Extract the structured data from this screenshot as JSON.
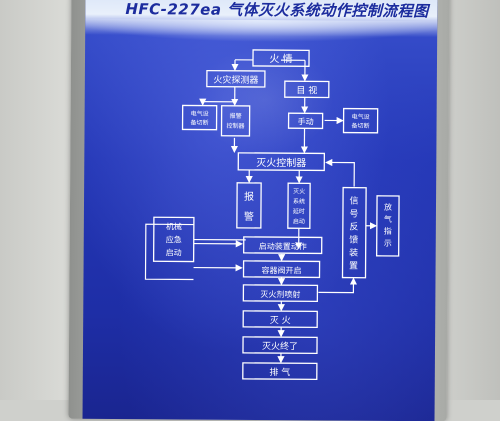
{
  "poster": {
    "title": "HFC-227ea 气体灭火系统动作控制流程图"
  },
  "flowchart": {
    "nodes": {
      "fire": "火  情",
      "detector": "火灾探测器",
      "visual": "目  视",
      "elec_cutoff_left": "电气设\n备切断",
      "alarm_control": "报警\n控制器",
      "manual": "手动",
      "elec_cutoff_right": "电气设\n备切断",
      "controller": "灭火控制器",
      "alarm": "报\n警",
      "release_delay": "灭火\n系统\n延时\n启动",
      "feedback": "信\n号\n反\n馈\n装\n置",
      "discharge_indicator": "放\n气\n指\n示",
      "mechanical": "机械\n应急\n启动",
      "actuator": "启动装置动作",
      "valve_open": "容器阀开启",
      "agent_spray": "灭火剂喷射",
      "extinguish": "灭  火",
      "end": "灭火终了",
      "exhaust": "排  气"
    }
  }
}
